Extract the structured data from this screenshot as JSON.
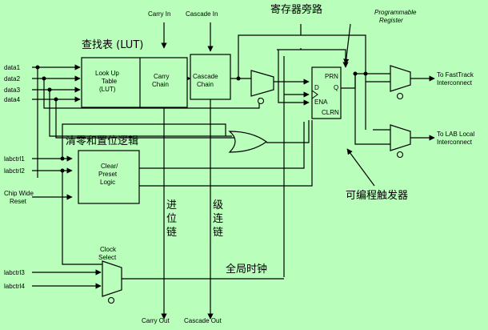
{
  "labels": {
    "carry_in": "Carry In",
    "cascade_in": "Cascade In",
    "register_bypass": "寄存器旁路",
    "programmable_register": [
      "Programmable",
      "Register"
    ],
    "lut_title": "查找表 (LUT)",
    "inputs": [
      "data1",
      "data2",
      "data3",
      "data4"
    ],
    "lut_box": [
      "Look Up",
      "Table",
      "(LUT)"
    ],
    "carry_chain_box": [
      "Carry",
      "Chain"
    ],
    "cascade_chain_box": [
      "Cascade",
      "Chain"
    ],
    "reg_prn": "PRN",
    "reg_d": "D",
    "reg_q": "Q",
    "reg_ena": "ENA",
    "reg_clrn": "CLRN",
    "to_fasttrack": [
      "To FastTrack",
      "Interconnect"
    ],
    "to_lab_local": [
      "To LAB Local",
      "Interconnect"
    ],
    "clear_preset_title": "清零和置位逻辑",
    "labctrl_top": [
      "labctrl1",
      "labctrl2"
    ],
    "chip_wide_reset": [
      "Chip Wide",
      "Reset"
    ],
    "clear_preset_box": [
      "Clear/",
      "Preset",
      "Logic"
    ],
    "carry_chain_vertical": [
      "进",
      "位",
      "链"
    ],
    "cascade_chain_vertical": [
      "级",
      "连",
      "链"
    ],
    "programmable_trigger": "可编程触发器",
    "clock_select": [
      "Clock",
      "Select"
    ],
    "labctrl_bottom": [
      "labctrl3",
      "labctrl4"
    ],
    "global_clock": "全局时钟",
    "carry_out": "Carry Out",
    "cascade_out": "Cascade Out"
  }
}
